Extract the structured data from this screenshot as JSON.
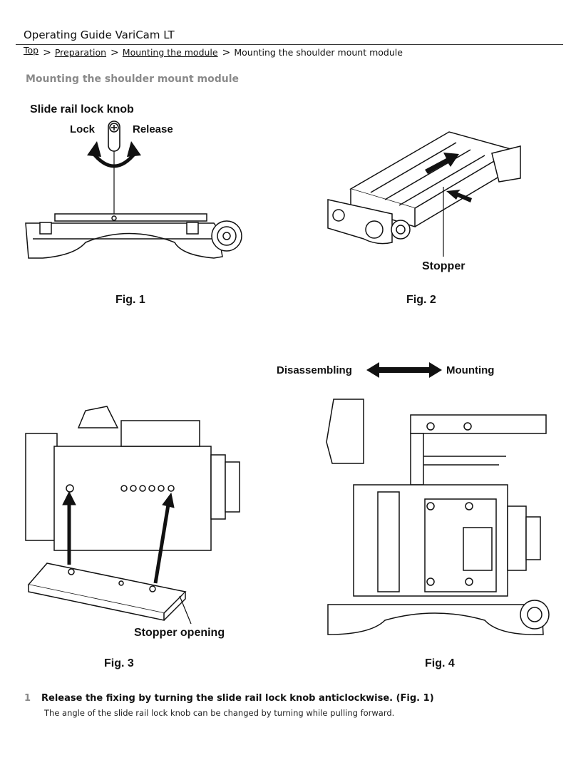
{
  "header": {
    "title": "Operating Guide VariCam LT"
  },
  "breadcrumb": [
    {
      "label": "Top",
      "link": true
    },
    {
      "label": "Preparation",
      "link": true
    },
    {
      "label": "Mounting the module",
      "link": true
    },
    {
      "label": "Mounting the shoulder mount module",
      "link": false
    }
  ],
  "breadcrumb_separator": ">",
  "section_title": "Mounting the shoulder mount module",
  "figures": {
    "fig1": {
      "label_knob": "Slide rail lock knob",
      "label_lock": "Lock",
      "label_release": "Release",
      "caption": "Fig. 1"
    },
    "fig2": {
      "label_stopper": "Stopper",
      "caption": "Fig. 2"
    },
    "fig3": {
      "label_stopper_opening": "Stopper opening",
      "caption": "Fig. 3"
    },
    "fig4": {
      "caption": "Fig. 4"
    },
    "direction": {
      "left": "Disassembling",
      "right": "Mounting"
    }
  },
  "steps": [
    {
      "number": "1",
      "text": "Release the fixing by turning the slide rail lock knob anticlockwise. (Fig. 1)",
      "note": "The angle of the slide rail lock knob can be changed by turning while pulling forward."
    }
  ]
}
